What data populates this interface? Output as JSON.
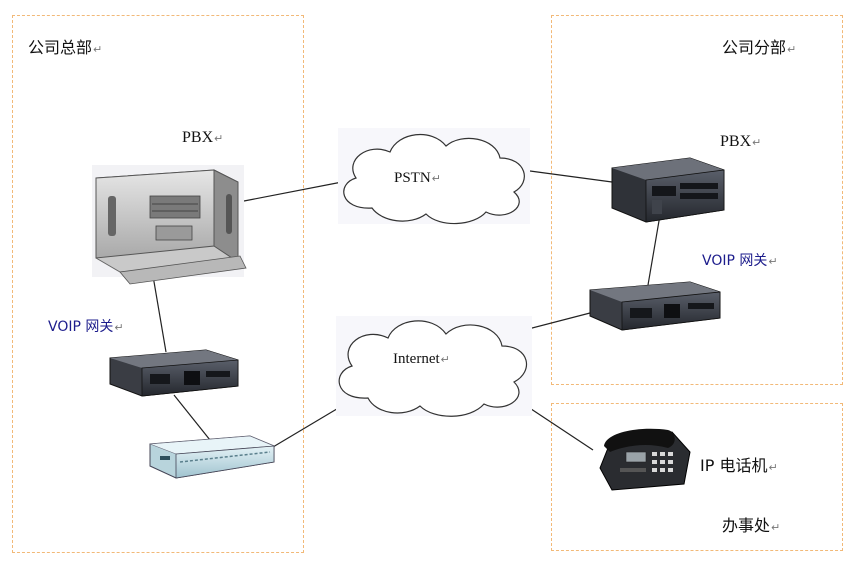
{
  "regions": {
    "headquarters": {
      "title": "公司总部"
    },
    "branch": {
      "title": "公司分部"
    },
    "office": {
      "title": "办事处"
    }
  },
  "return_mark": "↵",
  "devices": {
    "hq_pbx_label": "PBX",
    "branch_pbx_label": "PBX",
    "hq_gateway_label": "VOIP 网关",
    "branch_gateway_label": "VOIP 网关",
    "ip_phone_label": "IP 电话机"
  },
  "networks": {
    "pstn": "PSTN",
    "internet": "Internet"
  },
  "colors": {
    "region_border": "#f2b978",
    "gateway_label": "#1c1c8c",
    "line": "#222222"
  }
}
